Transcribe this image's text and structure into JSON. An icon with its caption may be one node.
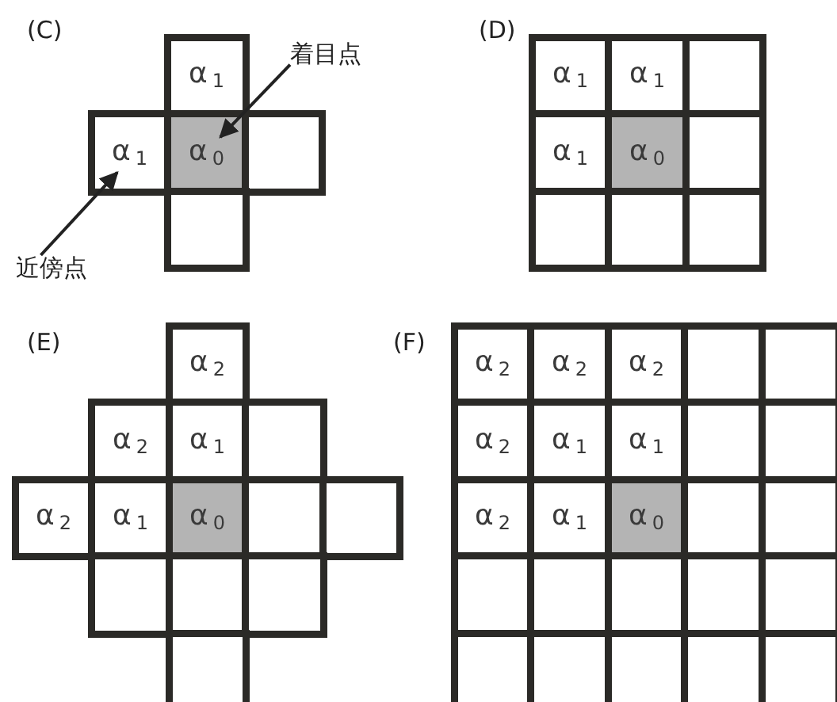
{
  "diagram": {
    "nodes": [
      {
        "text": [
          "α$_{1}$"
        ]
      },
      {
        "text": [
          "α$_{1}$"
        ]
      },
      {
        "text": [
          "α$_{0}$"
        ]
      },
      {
        "text": [],
        "shape": "box"
      },
      {
        "text": [],
        "shape": "box"
      },
      {
        "text": [
          "着目点"
        ]
      },
      {
        "text": [
          "近傍点"
        ]
      },
      {
        "text": [
          "α$_{1}$"
        ]
      },
      {
        "text": [
          "α$_{1}$"
        ]
      },
      {
        "text": [],
        "shape": "box"
      },
      {
        "text": [
          "α$_{1}$"
        ]
      },
      {
        "text": [
          "α$_{0}$"
        ]
      },
      {
        "text": [],
        "shape": "box"
      },
      {
        "text": [],
        "shape": "box"
      },
      {
        "text": [],
        "shape": "box"
      },
      {
        "text": [],
        "shape": "box"
      },
      {
        "text": [
          "α$_{2}$"
        ]
      },
      {
        "text": [
          "α$_{2}$"
        ]
      },
      {
        "text": [
          "α$_{1}$"
        ]
      },
      {
        "text": [],
        "shape": "box"
      },
      {
        "text": [
          "α$_{2}$"
        ]
      },
      {
        "text": [
          "α$_{1}$"
        ]
      },
      {
        "text": [
          "α$_{0}$"
        ]
      },
      {
        "text": [],
        "shape": "box"
      },
      {
        "text": [],
        "shape": "box"
      },
      {
        "text": [],
        "shape": "box"
      },
      {
        "text": [],
        "shape": "box"
      },
      {
        "text": [],
        "shape": "box"
      },
      {
        "text": [],
        "shape": "box"
      },
      {
        "text": [
          "α$_{2}$"
        ]
      },
      {
        "text": [
          "α$_{2}$"
        ]
      },
      {
        "text": [
          "α$_{2}$"
        ]
      },
      {
        "text": [],
        "shape": "box"
      },
      {
        "text": [],
        "shape": "box"
      },
      {
        "text": [
          "α$_{2}$"
        ]
      },
      {
        "text": [
          "α$_{1}$"
        ]
      },
      {
        "text": [
          "α$_{1}$"
        ]
      },
      {
        "text": [],
        "shape": "box"
      },
      {
        "text": [],
        "shape": "box"
      },
      {
        "text": [
          "α$_{2}$"
        ]
      },
      {
        "text": [
          "α$_{1}$"
        ]
      },
      {
        "text": [
          "α$_{0}$"
        ]
      },
      {
        "text": [],
        "shape": "box"
      },
      {
        "text": [],
        "shape": "box"
      },
      {
        "text": [],
        "shape": "box"
      },
      {
        "text": [],
        "shape": "box"
      },
      {
        "text": [],
        "shape": "box"
      },
      {
        "text": [],
        "shape": "box"
      },
      {
        "text": [],
        "shape": "box"
      },
      {
        "text": [],
        "shape": "box"
      },
      {
        "text": [],
        "shape": "box"
      },
      {
        "text": [],
        "shape": "box"
      },
      {
        "text": [],
        "shape": "box"
      },
      {
        "text": [],
        "shape": "box"
      }
    ],
    "edges": [
      {
        "from": 5,
        "to": 2,
        "arrow": "to"
      },
      {
        "from": 6,
        "to": 1,
        "arrow": "to"
      }
    ],
    "labels": [
      "(C)",
      "(D)",
      "(E)",
      "(F)"
    ]
  }
}
